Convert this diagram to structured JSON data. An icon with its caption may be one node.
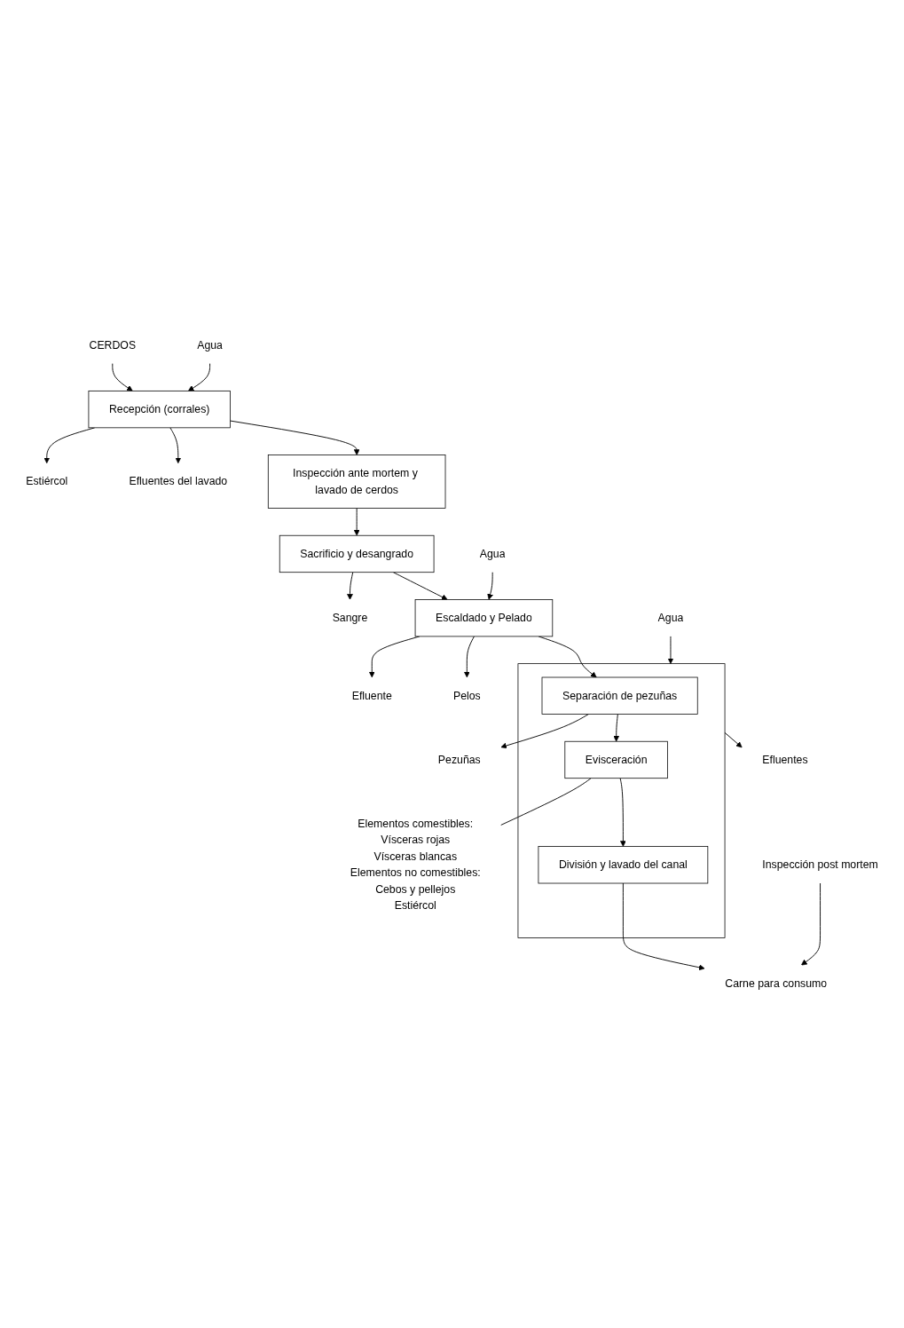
{
  "diagram": {
    "nodes": [
      {
        "text": [
          "CERDOS"
        ]
      },
      {
        "text": [
          "Recepción (corrales)"
        ]
      },
      {
        "text": [
          "Agua"
        ]
      },
      {
        "text": [
          "Estiércol"
        ]
      },
      {
        "text": [
          "Efluentes del lavado"
        ]
      },
      {
        "text": [
          "Inspección ante mortem y lavado de cerdos"
        ]
      },
      {
        "text": [
          "Sacrificio y desangrado"
        ]
      },
      {
        "text": [
          "Sangre"
        ]
      },
      {
        "text": [
          "Escaldado y Pelado"
        ]
      },
      {
        "text": [
          "Agua"
        ]
      },
      {
        "text": [
          "Efluente"
        ]
      },
      {
        "text": [
          "Pelos"
        ]
      },
      {
        "text": [],
        "shape": "box"
      },
      {
        "text": [
          "Separación de pezuñas"
        ],
        "in": 12
      },
      {
        "text": [
          "Pezuñas"
        ]
      },
      {
        "text": [
          "Evisceración"
        ],
        "in": 12
      },
      {
        "text": [
          "Elementos comestibles:",
          "Vísceras rojas",
          "Vísceras blancas",
          "Elementos no comestibles:",
          "Cebos y pellejos",
          "Estiércol"
        ]
      },
      {
        "text": [
          "División y lavado del canal"
        ],
        "in": 12
      },
      {
        "text": [
          "Agua"
        ]
      },
      {
        "text": [
          "Efluentes"
        ]
      },
      {
        "text": [
          "Inspección post mortem"
        ]
      },
      {
        "text": [
          "Carne para consumo"
        ]
      }
    ],
    "edges": [
      {
        "from": 0,
        "to": 1,
        "arrow": "to"
      },
      {
        "from": 2,
        "to": 1,
        "arrow": "to"
      },
      {
        "from": 1,
        "to": 3,
        "arrow": "to"
      },
      {
        "from": 1,
        "to": 4,
        "arrow": "to"
      },
      {
        "from": 1,
        "to": 5,
        "arrow": "to"
      },
      {
        "from": 5,
        "to": 6,
        "arrow": "to"
      },
      {
        "from": 6,
        "to": 7,
        "arrow": "to"
      },
      {
        "from": 9,
        "to": 8,
        "arrow": "to"
      },
      {
        "from": 6,
        "to": 8,
        "arrow": "to"
      },
      {
        "from": 8,
        "to": 10,
        "arrow": "to"
      },
      {
        "from": 8,
        "to": 11,
        "arrow": "to"
      },
      {
        "from": 8,
        "to": 13,
        "arrow": "to"
      },
      {
        "from": 13,
        "to": 14,
        "arrow": "to"
      },
      {
        "from": 13,
        "to": 15,
        "arrow": "to"
      },
      {
        "from": 15,
        "to": 16,
        "arrow": "none"
      },
      {
        "from": 15,
        "to": 17,
        "arrow": "to"
      },
      {
        "from": 18,
        "to": 12,
        "arrow": "to"
      },
      {
        "from": 12,
        "to": 19,
        "arrow": "to"
      },
      {
        "from": 17,
        "to": 21,
        "arrow": "to"
      },
      {
        "from": 20,
        "to": 21,
        "arrow": "to"
      }
    ]
  }
}
